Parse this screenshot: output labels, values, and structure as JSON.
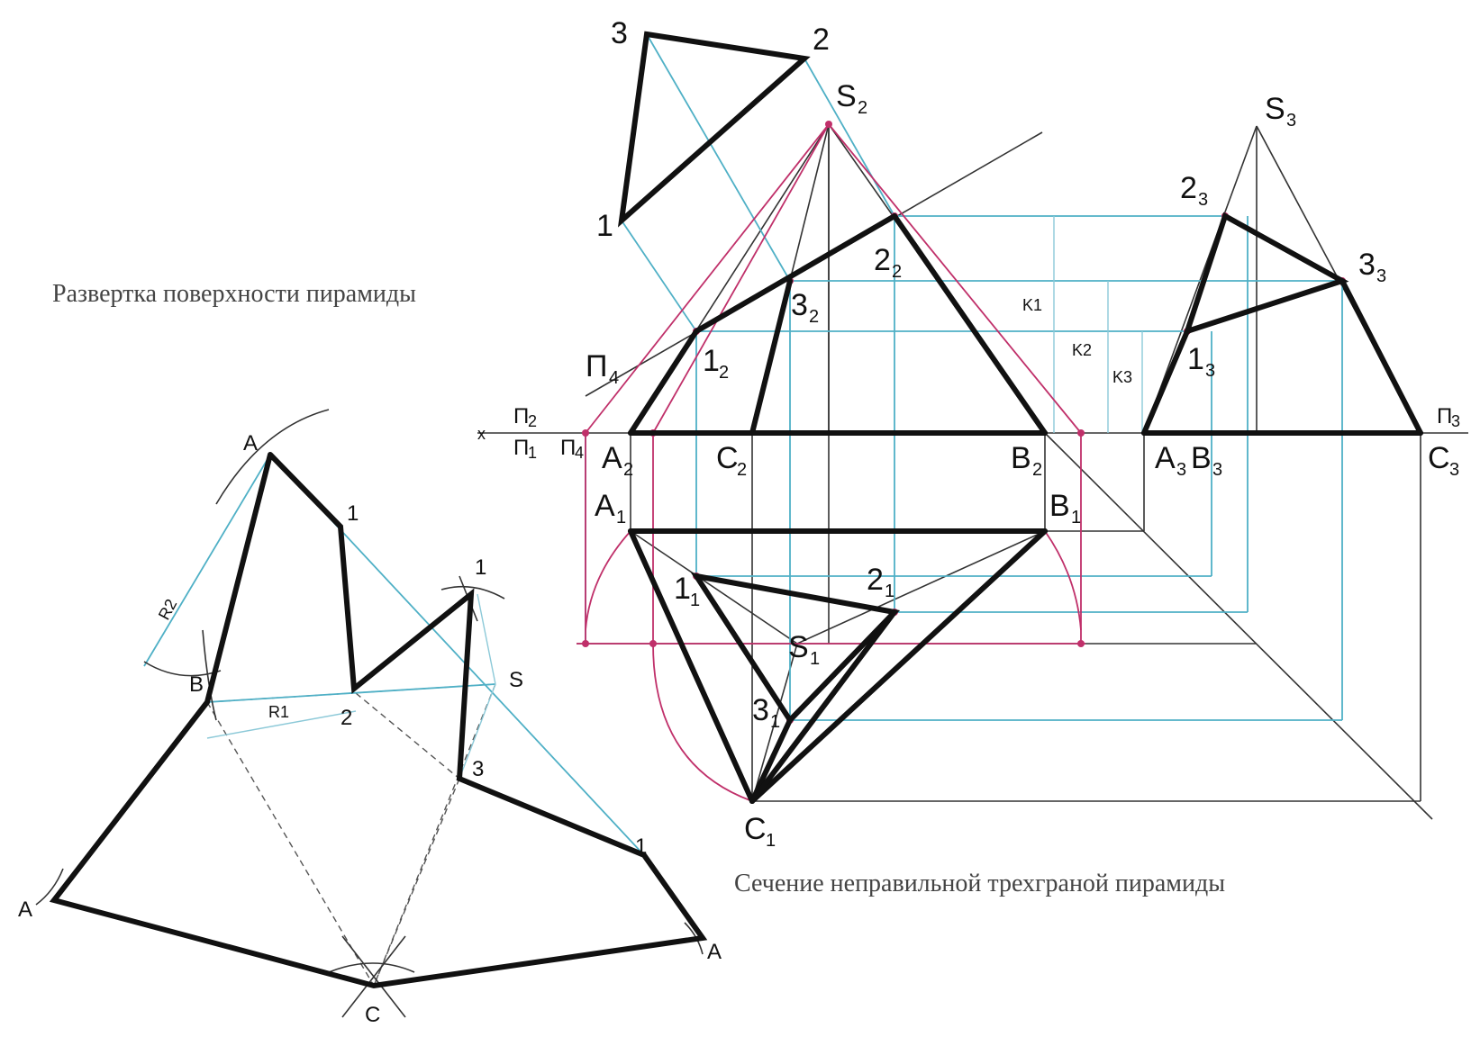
{
  "captions": {
    "development": "Развертка поверхности пирамиды",
    "section": "Сечение неправильной трехграной пирамиды"
  },
  "frontal_labels": {
    "S2": "S",
    "S2_sub": "2",
    "A2": "A",
    "A2_sub": "2",
    "C2": "C",
    "C2_sub": "2",
    "B2": "B",
    "B2_sub": "2",
    "p1_2": "1",
    "p1_2_sub": "2",
    "p2_2": "2",
    "p2_2_sub": "2",
    "p3_2": "3",
    "p3_2_sub": "2",
    "plane": "П",
    "plane_sub": "4"
  },
  "true_shape_labels": {
    "t1": "1",
    "t2": "2",
    "t3": "3"
  },
  "profile_labels": {
    "S3": "S",
    "S3_sub": "3",
    "A3B3": "A",
    "A3_sub": "3",
    "B3": "B",
    "B3_sub": "3",
    "C3": "C",
    "C3_sub": "3",
    "p2_3": "2",
    "p2_3_sub": "3",
    "p3_3": "3",
    "p3_3_sub": "3",
    "p1_3": "1",
    "p1_3_sub": "3",
    "K1": "K1",
    "K2": "K2",
    "K3": "K3"
  },
  "plan_labels": {
    "A1": "A",
    "A1_sub": "1",
    "B1": "B",
    "B1_sub": "1",
    "C1": "C",
    "C1_sub": "1",
    "S1": "S",
    "S1_sub": "1",
    "p1_1": "1",
    "p1_1_sub": "1",
    "p2_1": "2",
    "p2_1_sub": "1",
    "p3_1": "3",
    "p3_1_sub": "1"
  },
  "axis_labels": {
    "x": "x",
    "pi2_over_pi1": "П",
    "pi2_sub": "2",
    "pi1_sub": "1",
    "pi4": "П",
    "pi4_sub": "4",
    "pi3": "П",
    "pi3_sub": "3"
  },
  "development_labels": {
    "A_top": "A",
    "A_left": "A",
    "A_right": "A",
    "B": "B",
    "C": "C",
    "S": "S",
    "d1_top": "1",
    "d1_right": "1",
    "d1_far": "1",
    "d2": "2",
    "d3": "3",
    "R1": "R1",
    "R2": "R2"
  }
}
